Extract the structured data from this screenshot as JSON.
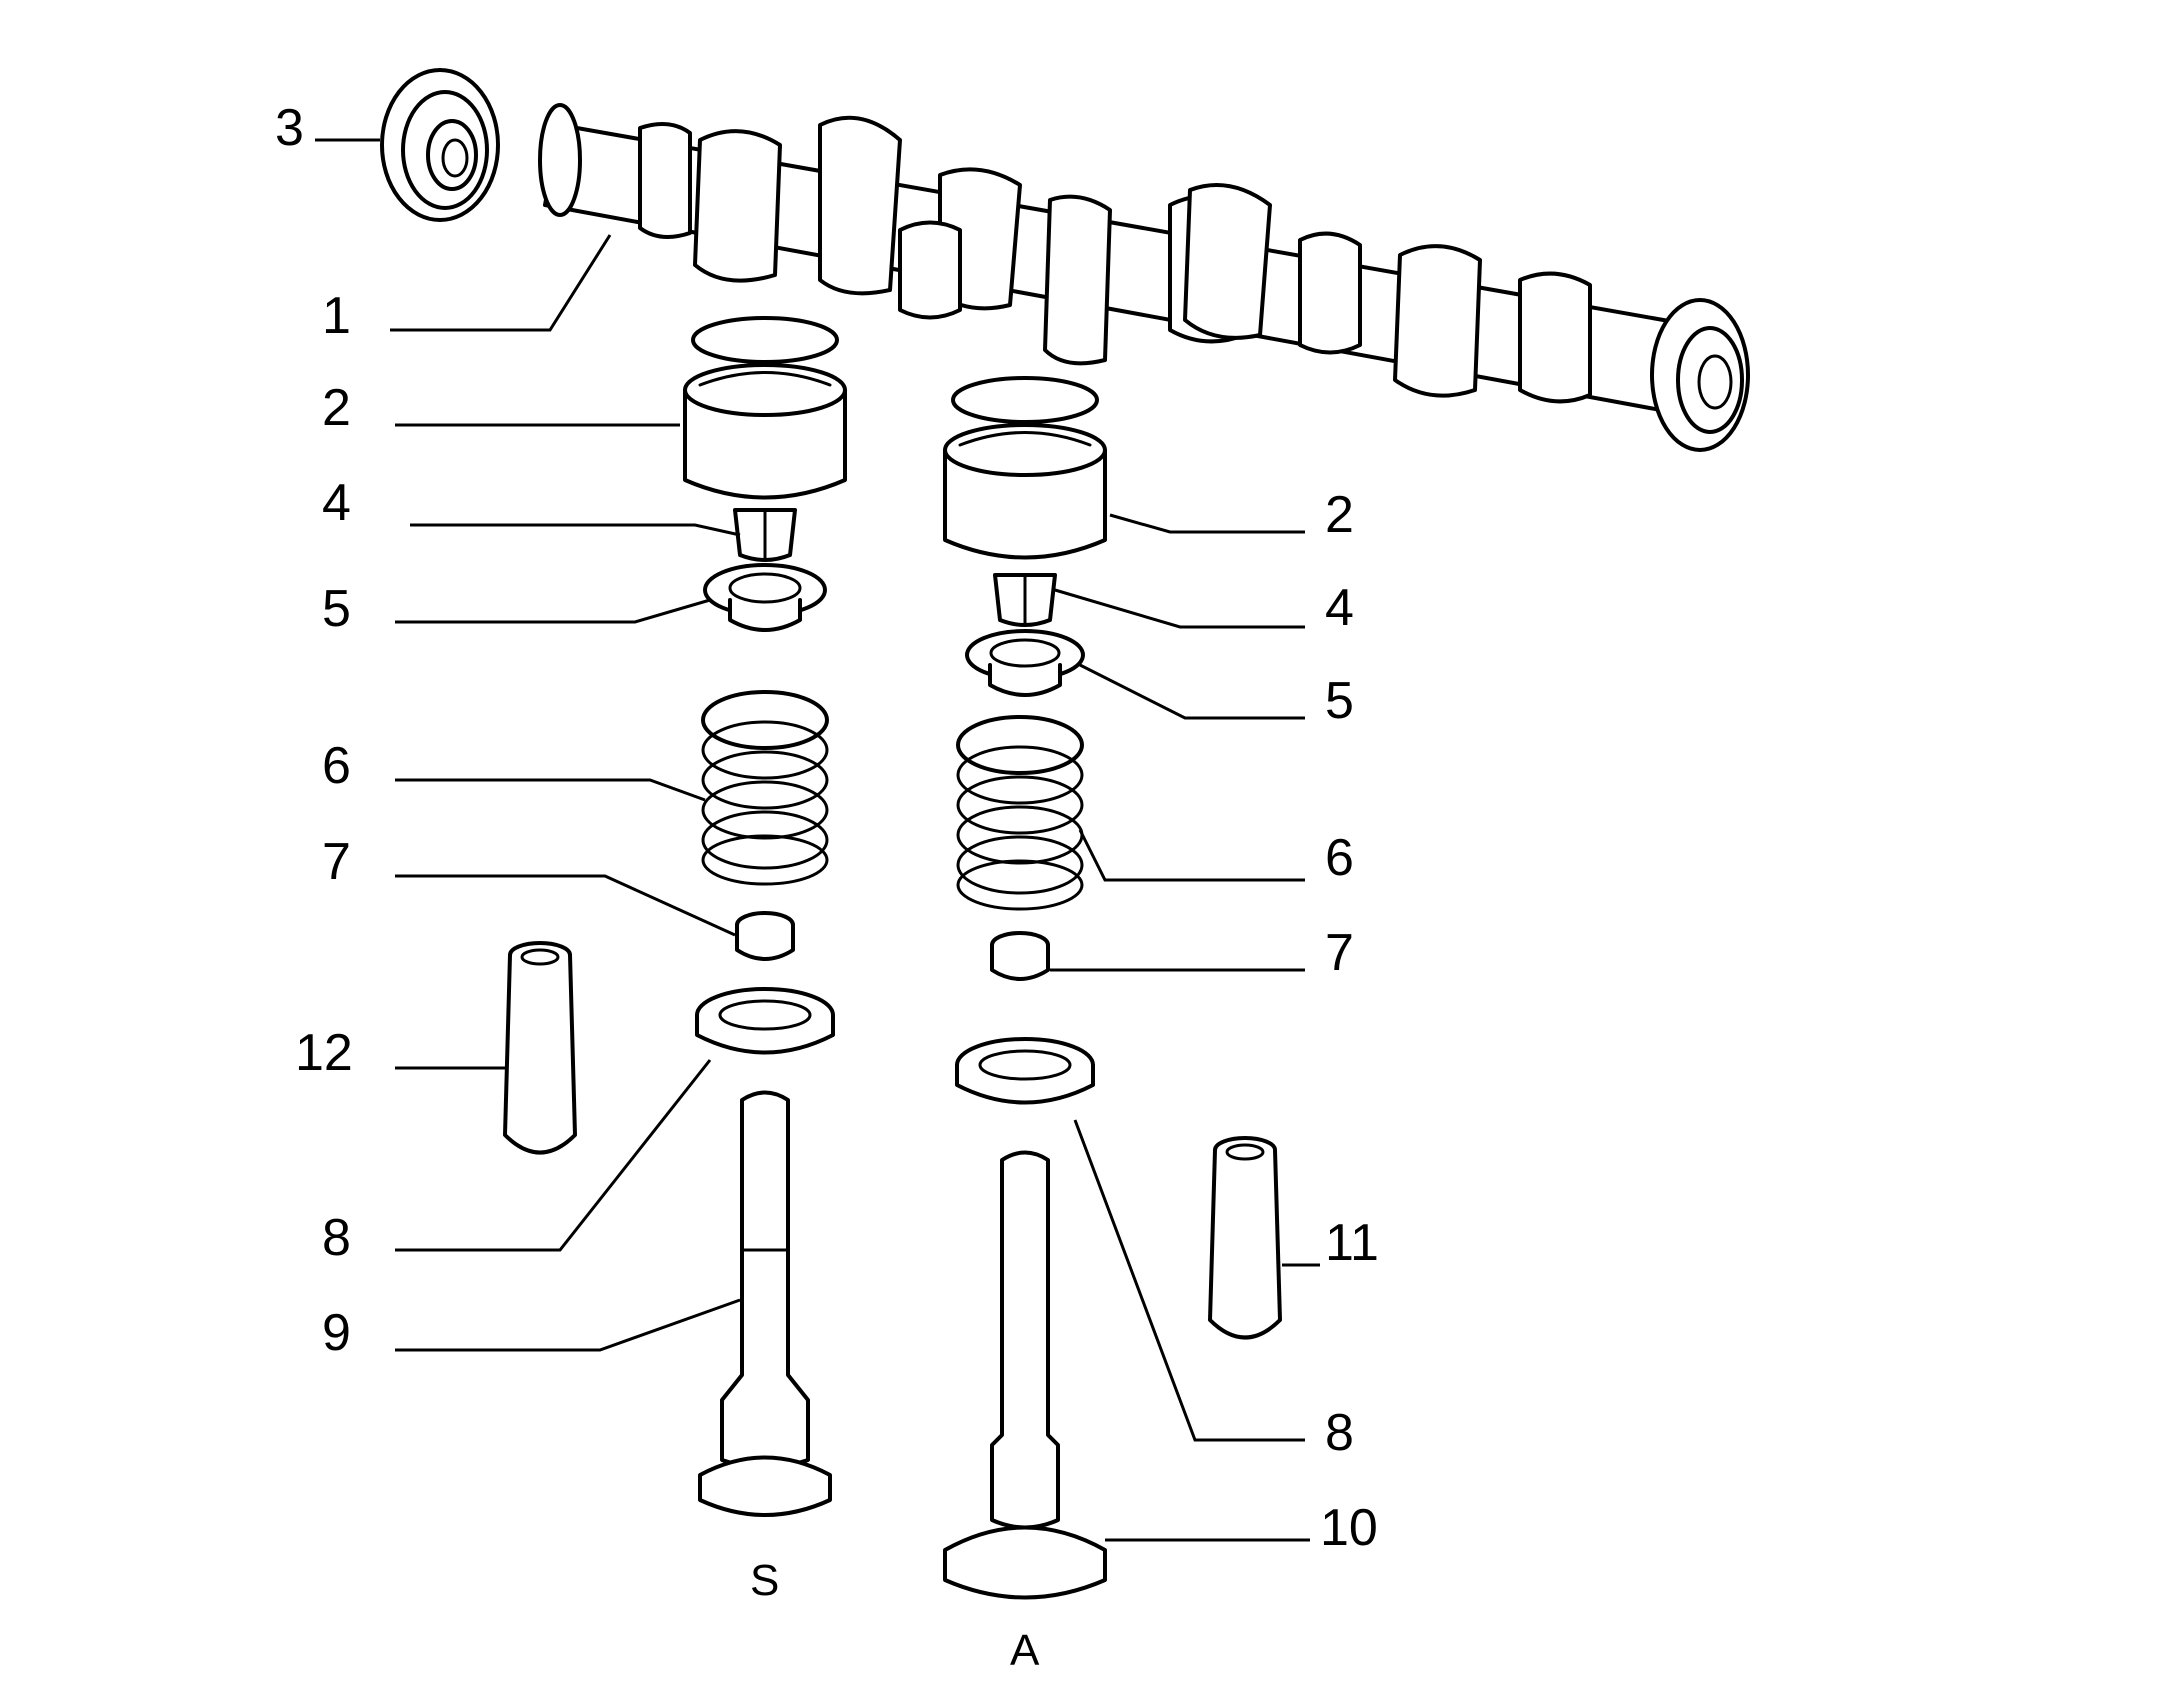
{
  "callouts": {
    "c1": "1",
    "c2_left": "2",
    "c2_right": "2",
    "c3": "3",
    "c4_left": "4",
    "c4_right": "4",
    "c5_left": "5",
    "c5_right": "5",
    "c6_left": "6",
    "c6_right": "6",
    "c7_left": "7",
    "c7_right": "7",
    "c8_left": "8",
    "c8_right": "8",
    "c9": "9",
    "c10": "10",
    "c11": "11",
    "c12": "12"
  },
  "valve_labels": {
    "left": "S",
    "right": "A"
  },
  "colors": {
    "line": "#000000",
    "background": "#ffffff"
  }
}
